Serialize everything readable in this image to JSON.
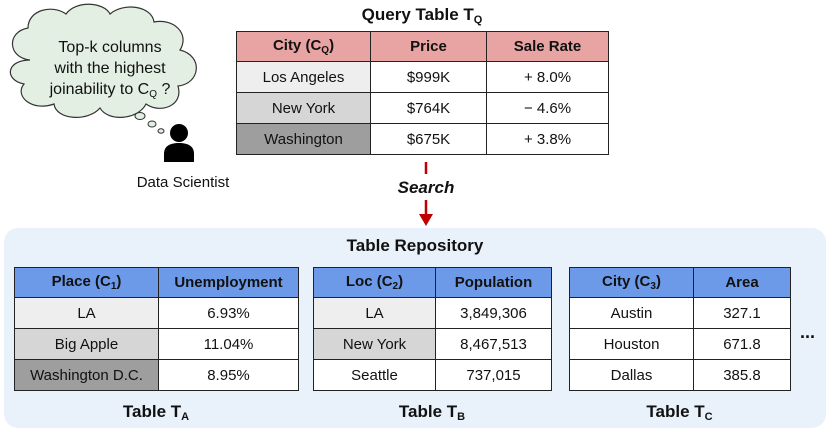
{
  "query": {
    "title": "Query Table T",
    "title_sub": "Q",
    "headers": [
      {
        "text": "City (C",
        "sub": "Q",
        "tail": ")"
      },
      {
        "text": "Price",
        "sub": "",
        "tail": ""
      },
      {
        "text": "Sale Rate",
        "sub": "",
        "tail": ""
      }
    ],
    "rows": [
      [
        "Los Angeles",
        "$999K",
        "+ 8.0%"
      ],
      [
        "New York",
        "$764K",
        "− 4.6%"
      ],
      [
        "Washington",
        "$675K",
        "+ 3.8%"
      ]
    ]
  },
  "thought": {
    "line1": "Top-k columns",
    "line2": "with the highest",
    "line3_prefix": "joinability to C",
    "line3_sub": "Q",
    "line3_suffix": " ?"
  },
  "person_label": "Data Scientist",
  "search_label": "Search",
  "repository": {
    "title": "Table Repository",
    "more": "...",
    "tables": [
      {
        "caption": "Table T",
        "caption_sub": "A",
        "headers": [
          {
            "text": "Place (C",
            "sub": "1",
            "tail": ")"
          },
          {
            "text": "Unemployment",
            "sub": "",
            "tail": ""
          }
        ],
        "rows": [
          [
            "LA",
            "6.93%"
          ],
          [
            "Big Apple",
            "11.04%"
          ],
          [
            "Washington D.C.",
            "8.95%"
          ]
        ]
      },
      {
        "caption": "Table T",
        "caption_sub": "B",
        "headers": [
          {
            "text": "Loc (C",
            "sub": "2",
            "tail": ")"
          },
          {
            "text": "Population",
            "sub": "",
            "tail": ""
          }
        ],
        "rows": [
          [
            "LA",
            "3,849,306"
          ],
          [
            "New York",
            "8,467,513"
          ],
          [
            "Seattle",
            "737,015"
          ]
        ]
      },
      {
        "caption": "Table T",
        "caption_sub": "C",
        "headers": [
          {
            "text": "City (C",
            "sub": "3",
            "tail": ")"
          },
          {
            "text": "Area",
            "sub": "",
            "tail": ""
          }
        ],
        "rows": [
          [
            "Austin",
            "327.1"
          ],
          [
            "Houston",
            "671.8"
          ],
          [
            "Dallas",
            "385.8"
          ]
        ]
      }
    ]
  },
  "colors": {
    "query_header": "#e8a3a3",
    "repo_header": "#6d9ae8",
    "repo_background": "#e9f1fa",
    "cloud_fill": "#e3efe3",
    "arrow": "#c00000",
    "shade_light": "#eeeeee",
    "shade_mid": "#d6d6d6",
    "shade_dark": "#9e9e9e"
  },
  "icons": {
    "person": "person-icon",
    "cloud": "thought-cloud-icon",
    "arrow": "arrow-down-icon"
  }
}
